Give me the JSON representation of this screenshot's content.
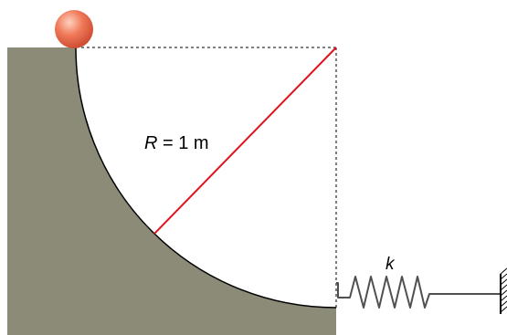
{
  "diagram": {
    "radius_label": {
      "variable": "R",
      "equals_value": " = 1 m"
    },
    "spring_label": "k",
    "colors": {
      "track": "#8b8b78",
      "track_edge": "#000000",
      "radius_line": "#e0141e",
      "ball_light": "#ffd0c0",
      "ball_mid": "#f07a5a",
      "ball_dark": "#c8452c",
      "spring": "#505050",
      "dashed_line": "#000000",
      "wall_hatch": "#000000"
    }
  }
}
